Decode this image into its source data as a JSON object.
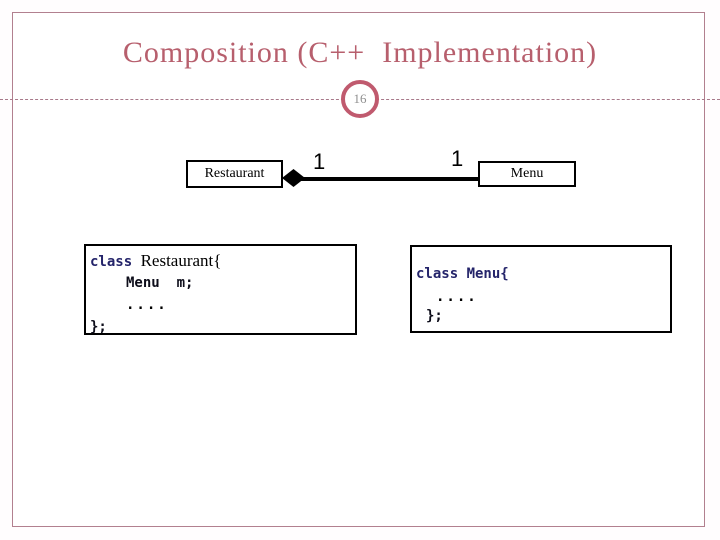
{
  "slide": {
    "title": "Composition (C++  Implementation)",
    "page_number": "16"
  },
  "diagram": {
    "left_class": "Restaurant",
    "right_class": "Menu",
    "left_multiplicity": "1",
    "right_multiplicity": "1",
    "relation": "composition-filled-diamond"
  },
  "code_left": {
    "line1_keyword": "class ",
    "line1_name": "Restaurant{",
    "line2": "Menu  m;",
    "line3": "....",
    "line4": "};"
  },
  "code_right": {
    "line1_keyword": "class ",
    "line1_name": "Menu{",
    "line2": "....",
    "line3": "};"
  },
  "colors": {
    "accent_title": "#b75f6d",
    "frame_border": "#b2808f",
    "page_ring": "#c05a6e",
    "page_number_text": "#8f8f8f",
    "code_keyword": "#24246a",
    "diagram_black": "#000000"
  }
}
